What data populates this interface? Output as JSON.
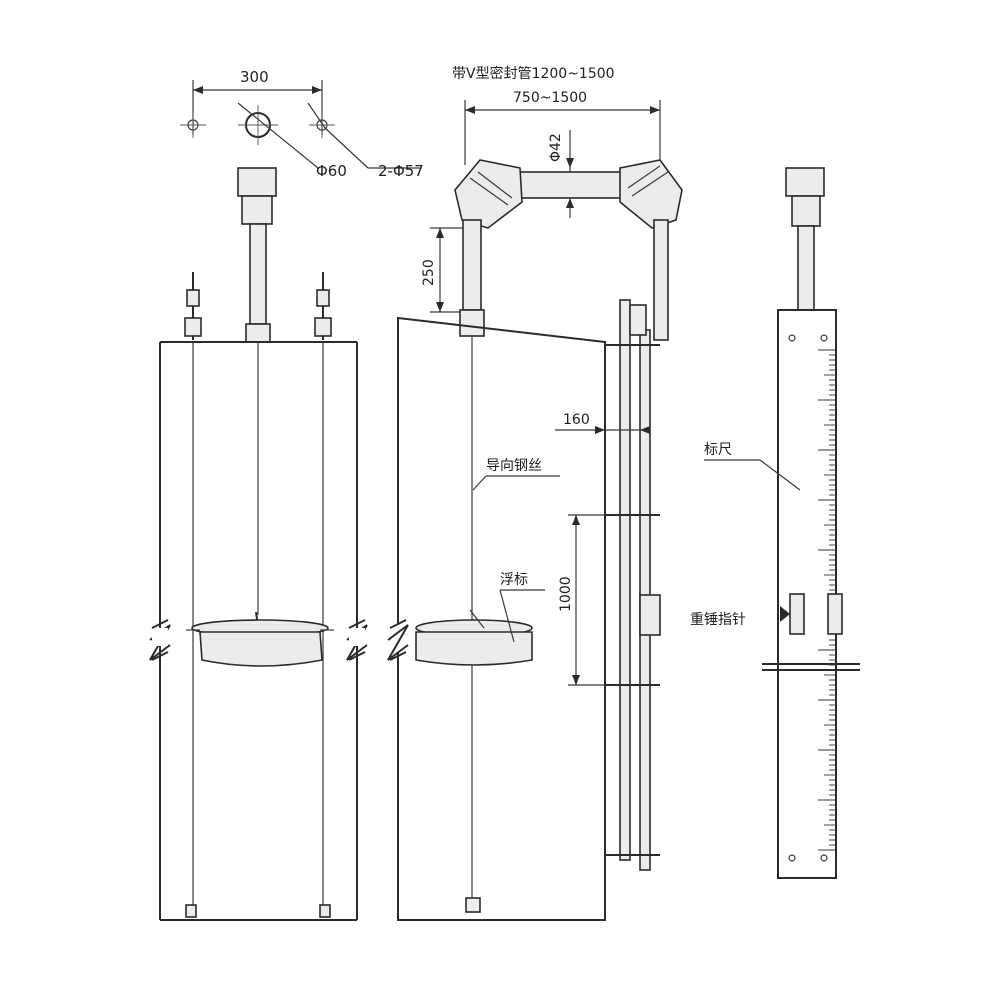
{
  "dimensions": {
    "left_spacing": "300",
    "left_center_hole": "Φ60",
    "left_side_holes": "2-Φ57",
    "seal_tube_label": "带V型密封管1200~1500",
    "seal_tube_span": "750~1500",
    "pipe_diameter": "Φ42",
    "riser_height": "250",
    "bracket_offset": "160",
    "bracket_spacing": "1000"
  },
  "callouts": {
    "guide_wire": "导向钢丝",
    "float": "浮标",
    "scale": "标尺",
    "weight_pointer": "重锤指针"
  }
}
